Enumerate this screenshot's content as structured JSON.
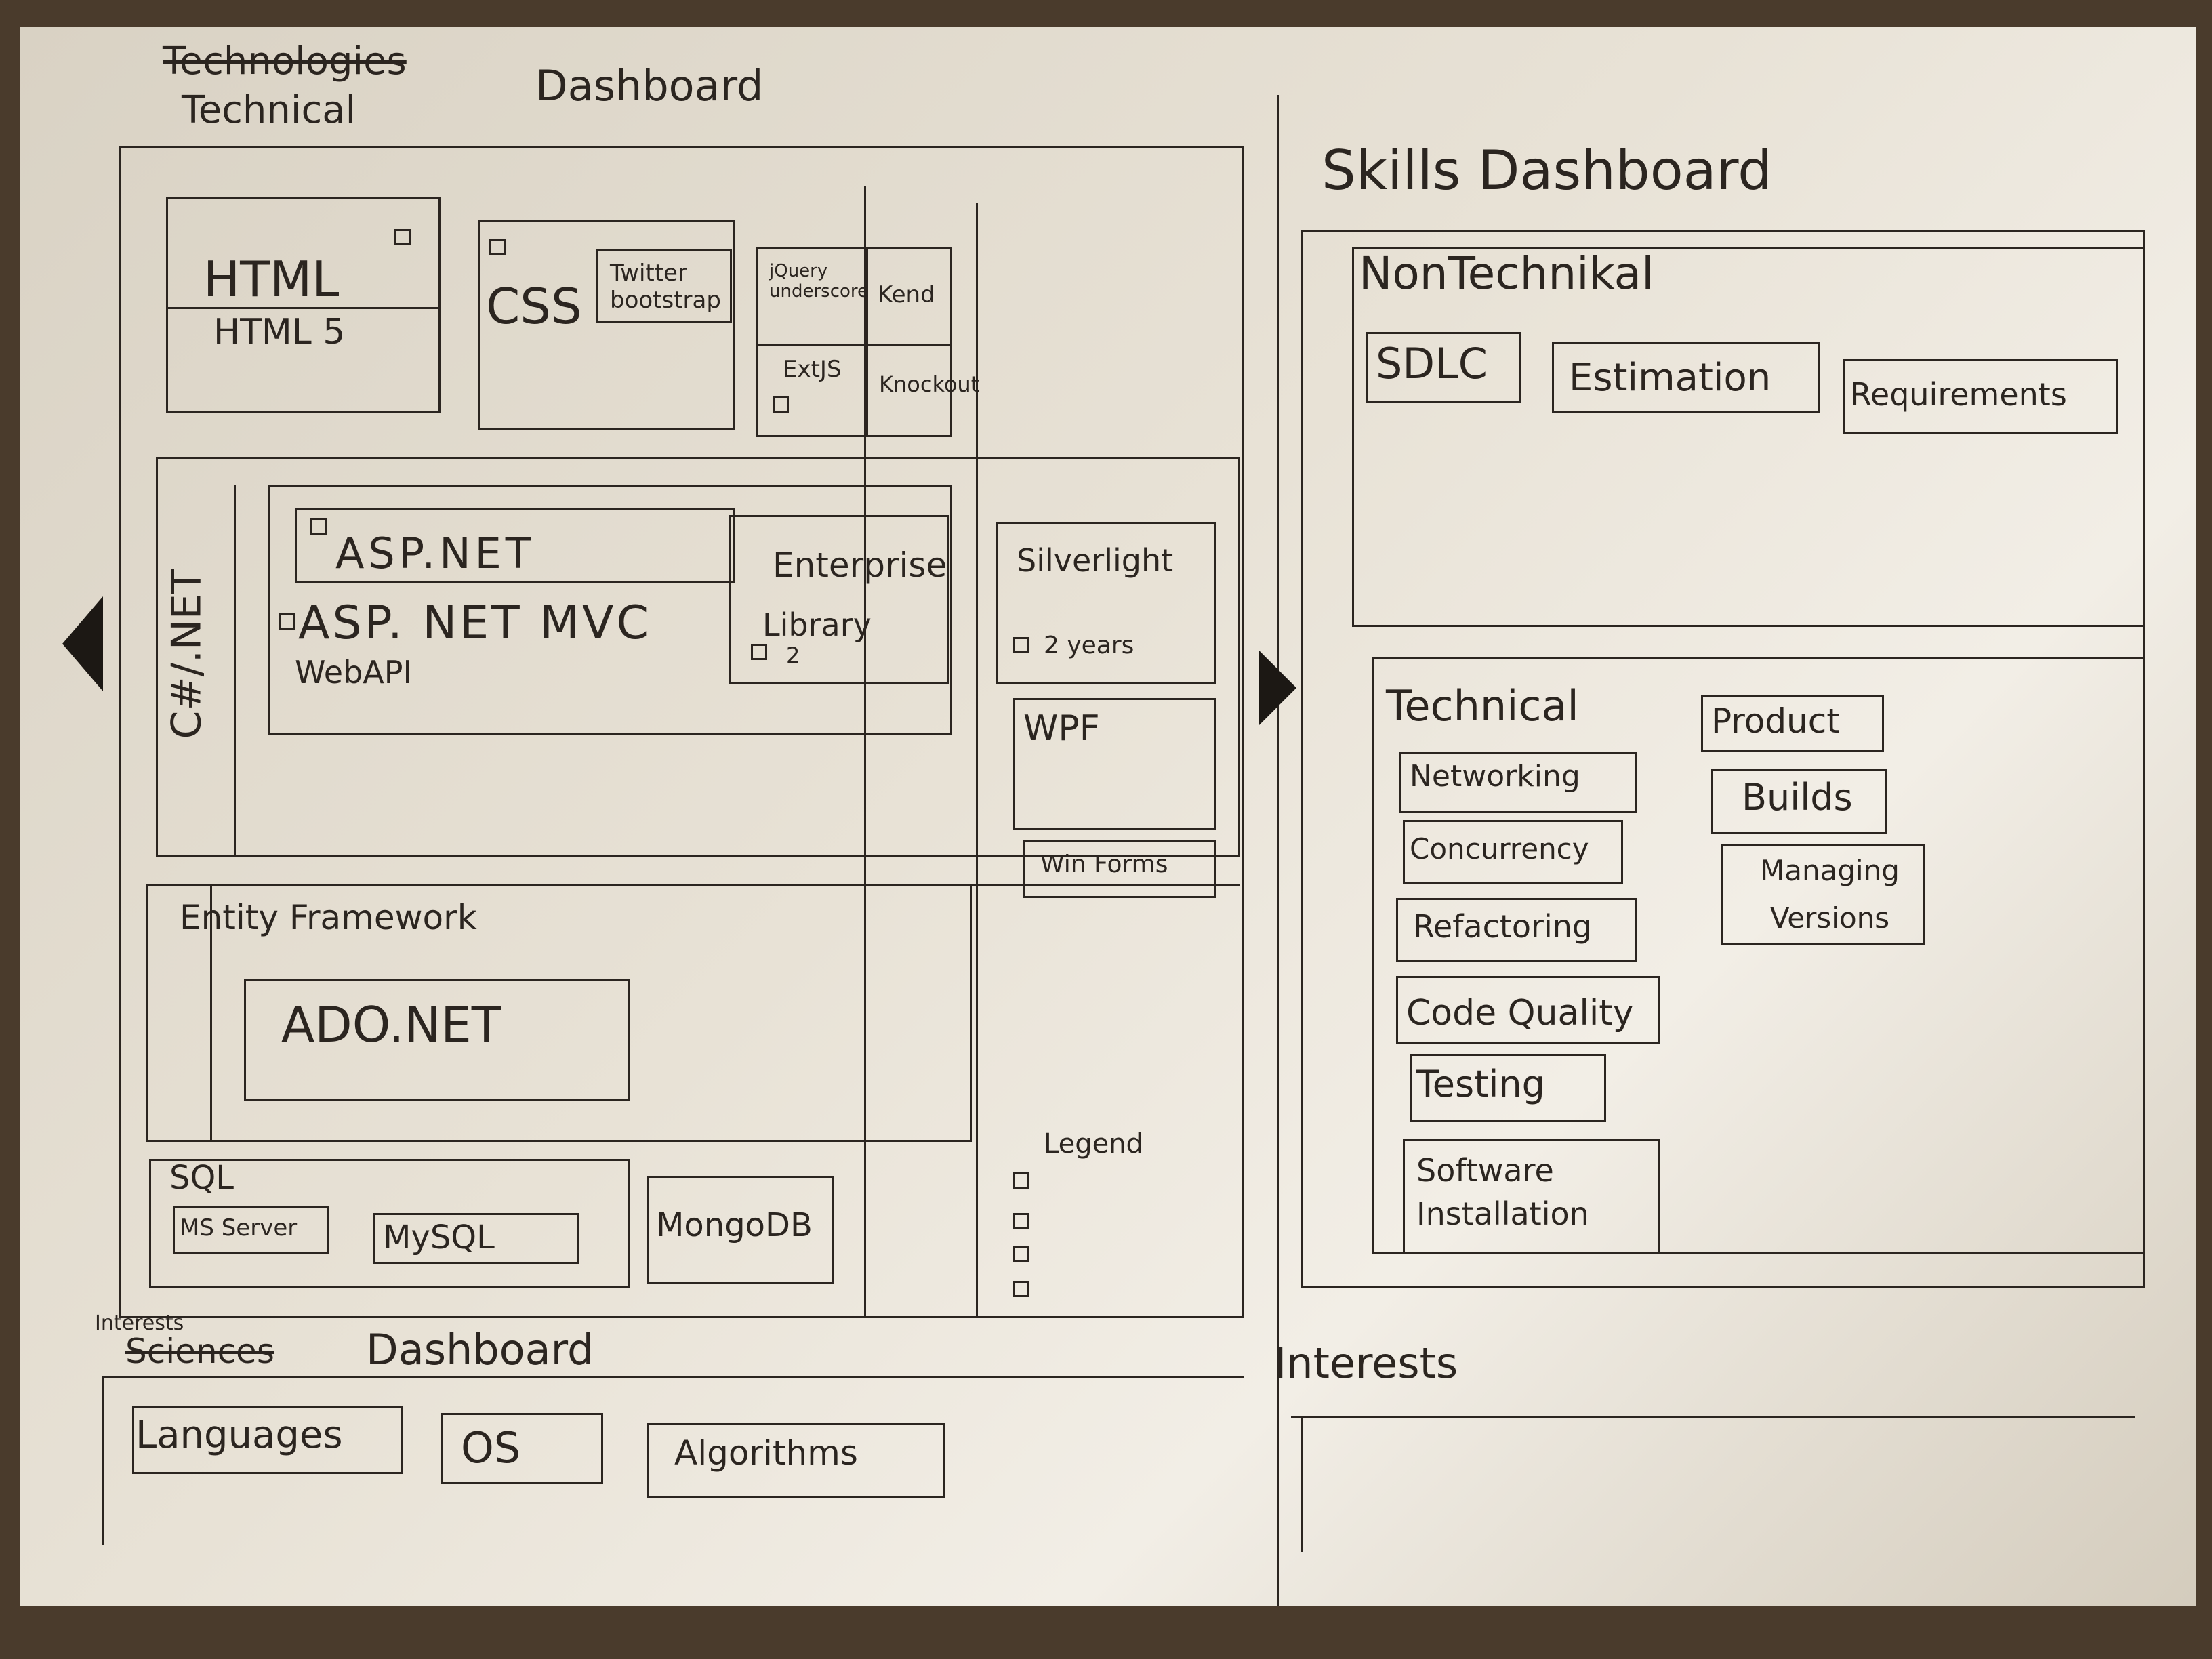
{
  "technical_dashboard": {
    "title_struck": "Technologies",
    "title_replacement": "Technical",
    "title": "Dashboard",
    "html": {
      "label": "HTML",
      "sub": "HTML 5"
    },
    "css": {
      "label": "CSS",
      "sub": "Twitter bootstrap"
    },
    "js": {
      "jquery": "jQuery underscore",
      "kend": "Kend",
      "extjs": "ExtJS",
      "knockout": "Knockout"
    },
    "dotnet": {
      "vertical_label": "C#/.NET",
      "aspnet": "ASP.NET",
      "aspnet_mvc": "ASP. NET MVC",
      "webapi": "WebAPI",
      "enterprise": "Enterprise",
      "library": "Library",
      "count": "2"
    },
    "silverlight": {
      "label": "Silverlight",
      "years": "2 years"
    },
    "wpf": "WPF",
    "winforms": "Win Forms",
    "entity_framework": "Entity Framework",
    "ado": "ADO.NET",
    "sql": {
      "label": "SQL",
      "ms_server": "MS Server",
      "mysql": "MySQL"
    },
    "mongodb": "MongoDB",
    "legend": "Legend"
  },
  "skills_dashboard": {
    "title": "Skills Dashboard",
    "non_technical": {
      "label": "NonTechnikal",
      "items": [
        "SDLC",
        "Estimation",
        "Requirements"
      ]
    },
    "technical": {
      "label": "Technical",
      "left_items": [
        "Networking",
        "Concurrency",
        "Refactoring",
        "Code Quality",
        "Testing"
      ],
      "software_installation": "Software Installation",
      "right_items": [
        "Product",
        "Builds"
      ],
      "managing_versions": "Managing Versions"
    }
  },
  "interests_dashboard": {
    "title_small": "Interests",
    "title_struck": "Sciences",
    "title": "Dashboard",
    "items": [
      "Languages",
      "OS",
      "Algorithms"
    ]
  },
  "interests": {
    "title": "Interests"
  }
}
